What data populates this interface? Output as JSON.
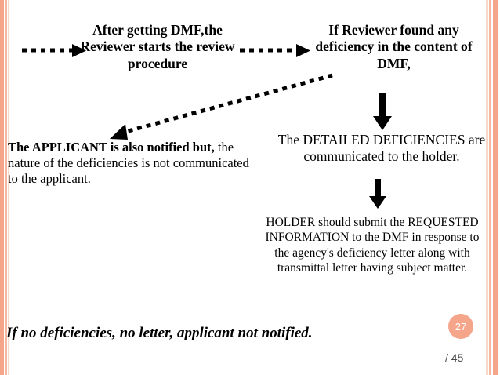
{
  "slide": {
    "page_number": "27",
    "page_total": "/ 45",
    "accent_color": "#f4a58a",
    "background": "#ffffff",
    "blocks": {
      "head_left": "After getting DMF,the Reviewer starts the review procedure",
      "head_right": "If Reviewer found any deficiency in the content of DMF,",
      "detailed": "The DETAILED DEFICIENCIES are communicated to the holder.",
      "applicant_bold": "The APPLICANT is also notified but,",
      "applicant_rest": " the nature of the deficiencies is not communicated to the applicant.",
      "holder": "HOLDER should submit the REQUESTED INFORMATION to the DMF in response to the agency's deficiency letter along with transmittal letter having subject matter.",
      "no_deficiencies": "If no deficiencies, no letter, applicant not notified."
    },
    "arrows": [
      {
        "name": "dotted-arrow-into-head-left",
        "style": "dotted",
        "direction": "right"
      },
      {
        "name": "dotted-arrow-head-left-to-head-right",
        "style": "dotted",
        "direction": "right"
      },
      {
        "name": "dotted-arrow-head-right-to-applicant",
        "style": "dotted",
        "direction": "down-left"
      },
      {
        "name": "solid-arrow-head-right-to-detailed",
        "style": "solid",
        "direction": "down"
      },
      {
        "name": "solid-arrow-detailed-to-holder",
        "style": "solid",
        "direction": "down"
      }
    ]
  }
}
